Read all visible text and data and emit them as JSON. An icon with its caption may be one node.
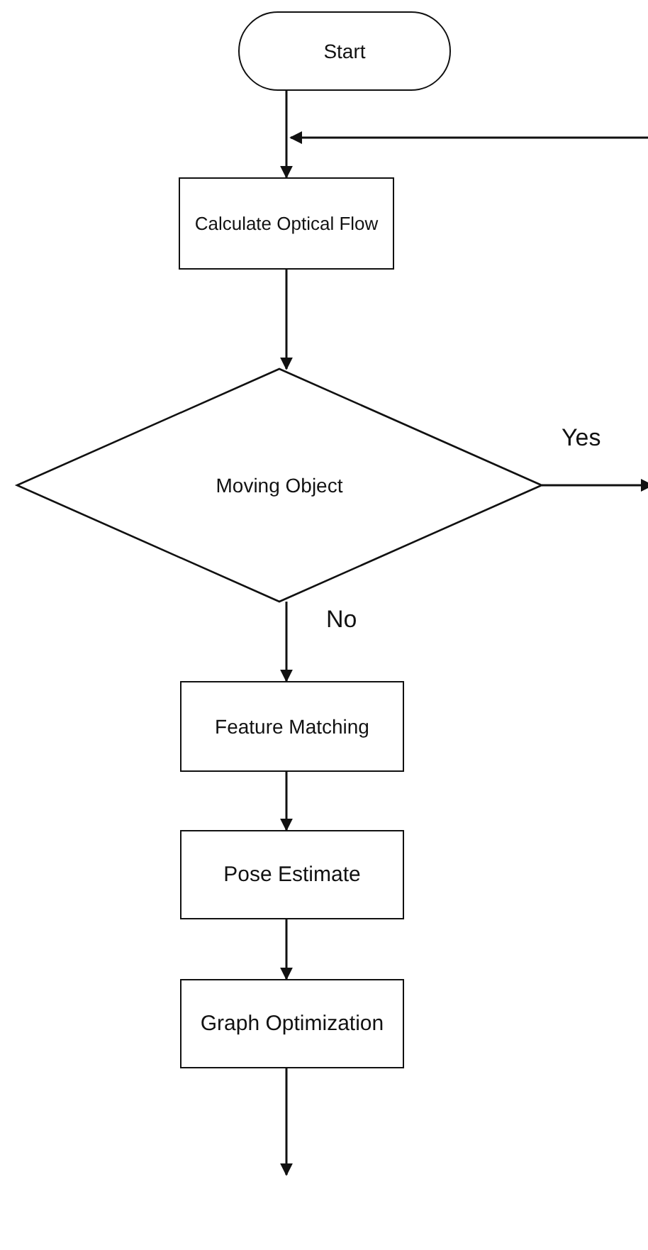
{
  "diagram": {
    "nodes": [
      {
        "text": [
          "Start"
        ]
      },
      {
        "text": [
          "Calculate Optical Flow"
        ]
      },
      {
        "text": [
          "Moving Object"
        ]
      },
      {
        "text": [
          "Feature Matching"
        ]
      },
      {
        "text": [
          "Pose Estimate"
        ]
      },
      {
        "text": [
          "Graph Optimization"
        ]
      }
    ],
    "edges": [
      {
        "from": 0,
        "to": 1,
        "arrow": "to"
      },
      {
        "from": null,
        "to": 1,
        "arrow": "to"
      },
      {
        "from": 1,
        "to": 2,
        "arrow": "to"
      },
      {
        "from": 2,
        "to": null,
        "arrow": "to",
        "label": "Yes"
      },
      {
        "from": 2,
        "to": 3,
        "arrow": "to",
        "label": "No"
      },
      {
        "from": 3,
        "to": 4,
        "arrow": "to"
      },
      {
        "from": 4,
        "to": 5,
        "arrow": "to"
      },
      {
        "from": 5,
        "to": null,
        "arrow": "to"
      }
    ]
  }
}
